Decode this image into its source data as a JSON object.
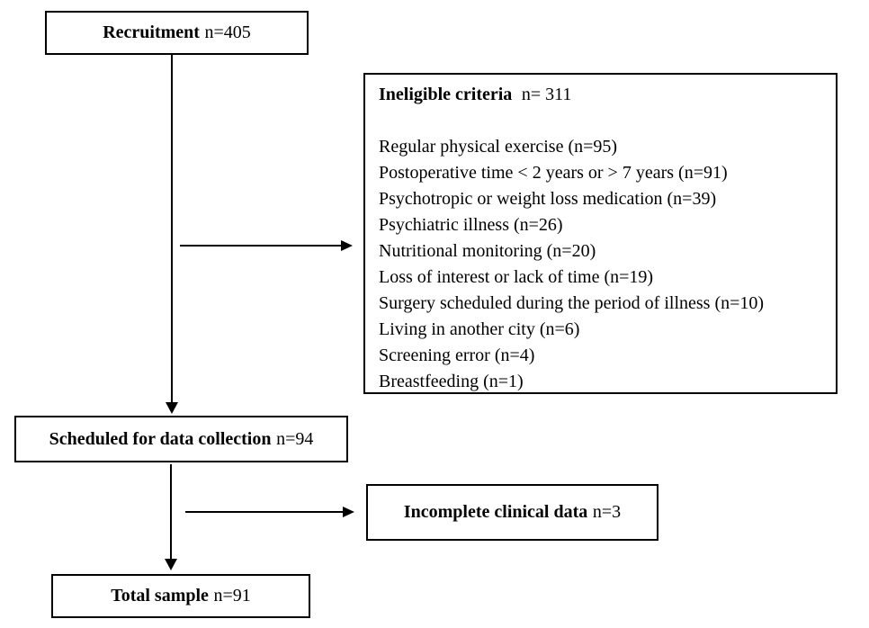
{
  "figure": {
    "type": "recruitment-flow-diagram",
    "colors": {
      "border": "#000000",
      "background": "#ffffff",
      "text": "#000000"
    },
    "nodes": {
      "recruitment": {
        "bold": "Recruitment",
        "rest": "n=405"
      },
      "ineligible": {
        "title_bold": "Ineligible criteria",
        "title_rest": "n= 311",
        "items": [
          "Regular physical exercise (n=95)",
          "Postoperative time < 2 years or > 7 years (n=91)",
          "Psychotropic or weight loss medication (n=39)",
          "Psychiatric illness (n=26)",
          "Nutritional monitoring (n=20)",
          "Loss of interest or lack of time (n=19)",
          "Surgery scheduled during the period of illness (n=10)",
          "Living in another city (n=6)",
          "Screening error (n=4)",
          "Breastfeeding (n=1)"
        ]
      },
      "scheduled": {
        "bold": "Scheduled for data collection",
        "rest": "n=94"
      },
      "incomplete": {
        "bold": "Incomplete clinical data",
        "rest": "n=3"
      },
      "total": {
        "bold": "Total sample",
        "rest": "n=91"
      }
    }
  }
}
